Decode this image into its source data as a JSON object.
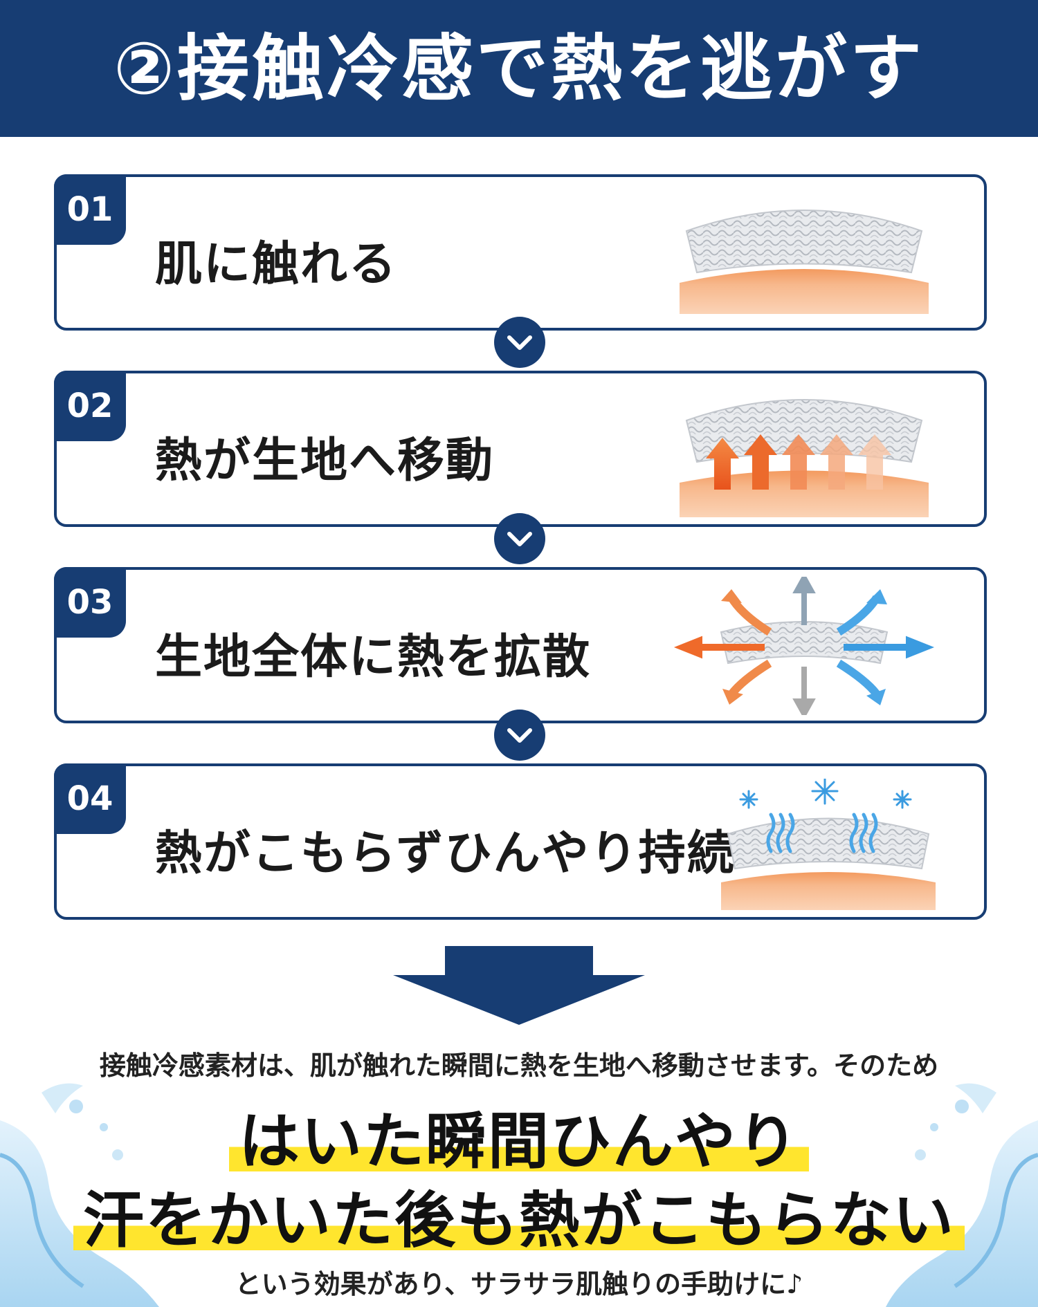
{
  "header": {
    "title": "②接触冷感で熱を逃がす"
  },
  "steps": [
    {
      "number": "01",
      "label": "肌に触れる"
    },
    {
      "number": "02",
      "label": "熱が生地へ移動"
    },
    {
      "number": "03",
      "label": "生地全体に熱を拡散"
    },
    {
      "number": "04",
      "label": "熱がこもらずひんやり持続"
    }
  ],
  "summary": {
    "intro": "接触冷感素材は、肌が触れた瞬間に熱を生地へ移動させます。そのため",
    "highlight_1": "はいた瞬間ひんやり",
    "highlight_2": "汗をかいた後も熱がこもらない",
    "outro": "という効果があり、サラサラ肌触りの手助けに♪"
  },
  "colors": {
    "navy": "#173d73",
    "skin": "#f4a06a",
    "highlight": "#ffe52e",
    "cool_blue": "#3a9be0",
    "heat_orange": "#ef6a2a"
  }
}
